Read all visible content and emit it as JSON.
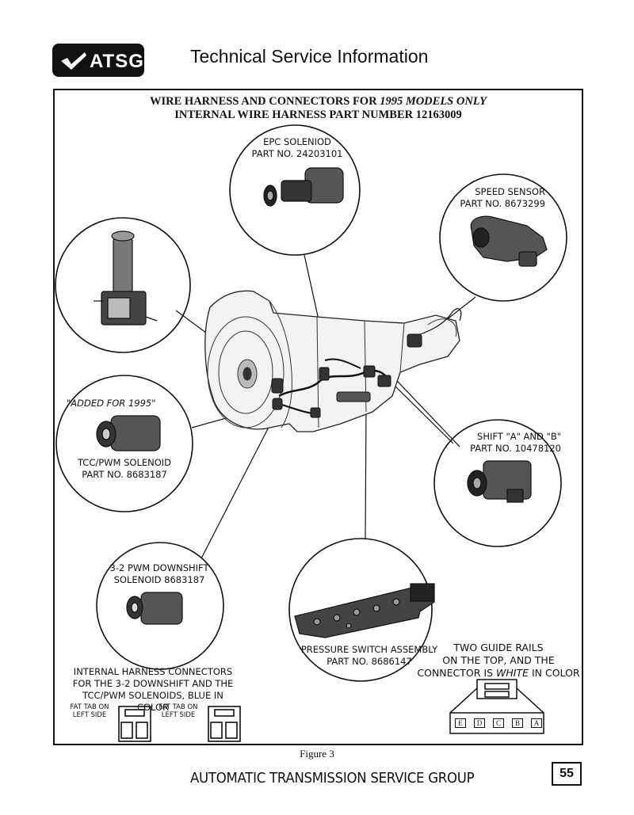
{
  "header": {
    "logo_text": "ATSG",
    "title": "Technical Service Information"
  },
  "figure": {
    "title_line1_prefix": "WIRE HARNESS AND CONNECTORS FOR ",
    "title_line1_italic": "1995 MODELS ONLY",
    "title_line2": "INTERNAL WIRE HARNESS PART NUMBER 12163009",
    "caption": "Figure 3"
  },
  "callouts": {
    "epc_line1": "EPC SOLENIOD",
    "epc_line2": "PART NO.  24203101",
    "speed_line1": "SPEED SENSOR",
    "speed_line2": "PART NO.  8673299",
    "added_note": "\"ADDED FOR 1995\"",
    "tcc_line1": "TCC/PWM SOLENOID",
    "tcc_line2": "PART NO.  8683187",
    "shift_line1": "SHIFT \"A\" AND \"B\"",
    "shift_line2": "PART NO.  10478120",
    "pwm_line1": "3-2 PWM DOWNSHIFT",
    "pwm_line2": "SOLENOID  8683187",
    "pressure_line1": "PRESSURE SWITCH ASSEMBLY",
    "pressure_line2": "PART NO.  8686147",
    "rails_line1": "TWO GUIDE RAILS",
    "rails_line2": "ON THE TOP, AND THE",
    "rails_line3_prefix": "CONNECTOR IS ",
    "rails_line3_italic": "WHITE",
    "rails_line3_suffix": " IN COLOR",
    "harness_line1": "INTERNAL HARNESS CONNECTORS",
    "harness_line2": "FOR THE 3-2 DOWNSHIFT AND THE",
    "harness_line3": "TCC/PWM SOLENOIDS, BLUE IN COLOR",
    "fat_tab_1_line1": "FAT TAB ON",
    "fat_tab_1_line2": "LEFT SIDE",
    "fat_tab_2_line1": "FAT TAB ON",
    "fat_tab_2_line2": "LEFT SIDE"
  },
  "connector_pins": [
    "E",
    "D",
    "C",
    "B",
    "A"
  ],
  "footer": {
    "text": "AUTOMATIC TRANSMISSION SERVICE GROUP",
    "page": "55"
  }
}
